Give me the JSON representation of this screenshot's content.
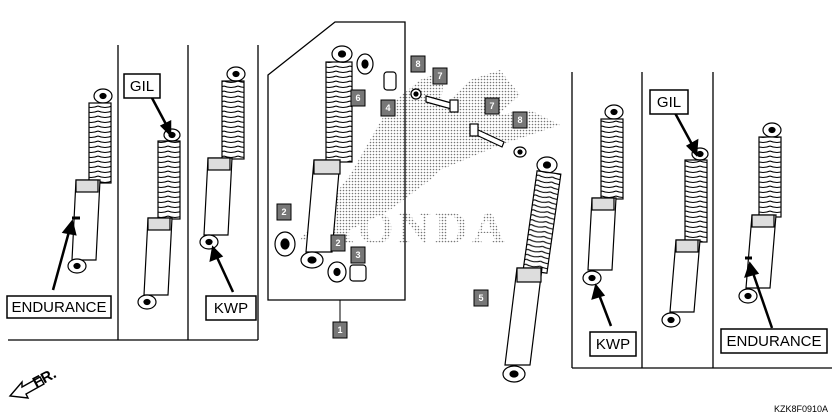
{
  "part_numbers": [
    "1",
    "2",
    "2",
    "3",
    "4",
    "5",
    "6",
    "7",
    "7",
    "8",
    "8"
  ],
  "variants": {
    "endurance_left": "ENDURANCE",
    "gil_left": "GIL",
    "kwp_left": "KWP",
    "gil_right": "GIL",
    "kwp_right": "KWP",
    "endurance_right": "ENDURANCE"
  },
  "direction": "FR.",
  "diagram_code": "KZK8F0910A",
  "brand_watermark": "HONDA"
}
